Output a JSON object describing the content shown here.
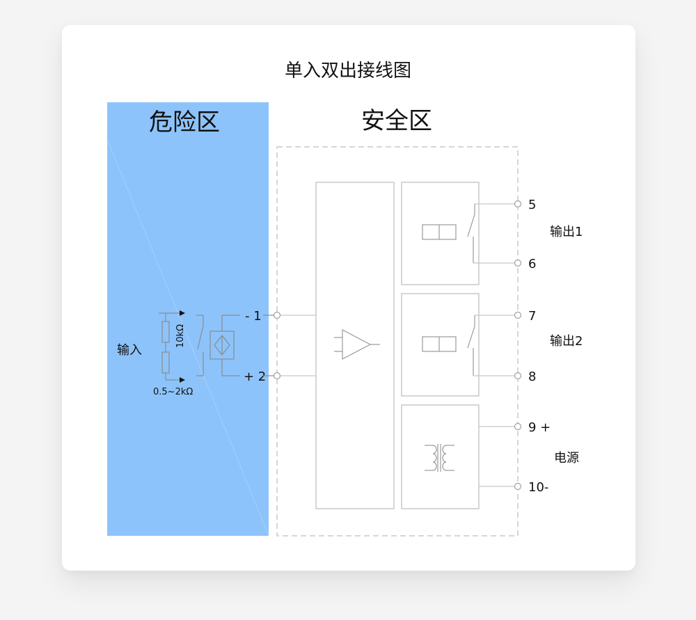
{
  "title": "单入双出接线图",
  "zones": {
    "hazardous": "危险区",
    "safe": "安全区"
  },
  "input": {
    "label": "输入",
    "resistor_upper": "10kΩ",
    "resistor_lower": "0.5~2kΩ",
    "terminal_1": "- 1",
    "terminal_2": "+ 2"
  },
  "outputs": [
    {
      "label": "输出1",
      "terminal_a": "5",
      "terminal_b": "6"
    },
    {
      "label": "输出2",
      "terminal_a": "7",
      "terminal_b": "8"
    }
  ],
  "power": {
    "label": "电源",
    "terminal_pos": "9 +",
    "terminal_neg": "10-"
  },
  "colors": {
    "hazard_zone": "#8dc3fb",
    "line": "#c8c8c8",
    "symbol": "#9a9a9a",
    "card": "#ffffff",
    "background": "#f4f4f4"
  }
}
